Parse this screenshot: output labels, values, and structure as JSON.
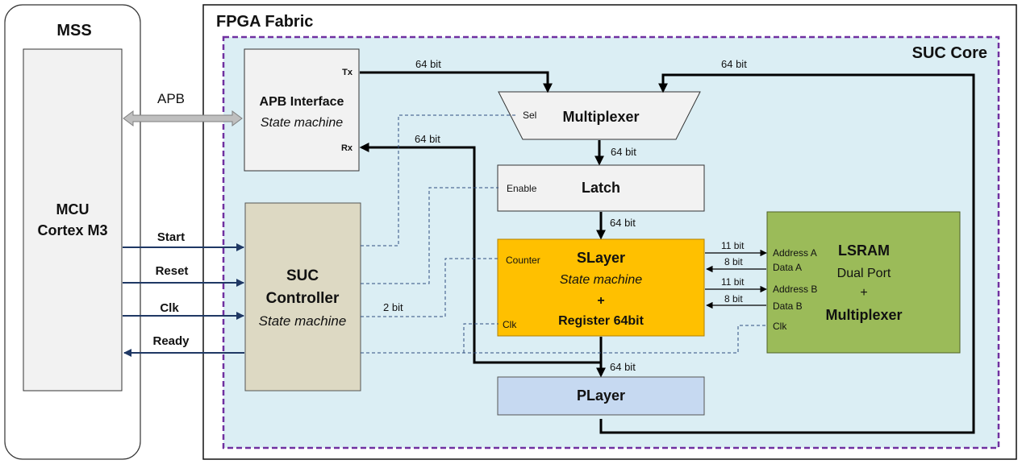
{
  "mss": {
    "title": "MSS",
    "mcu_line1": "MCU",
    "mcu_line2": "Cortex M3"
  },
  "fpga": {
    "title": "FPGA Fabric"
  },
  "suc_core": {
    "title": "SUC Core"
  },
  "apb": {
    "label": "APB",
    "block_title": "APB Interface",
    "block_subtitle": "State machine",
    "tx": "Tx",
    "rx": "Rx"
  },
  "multiplexer": {
    "title": "Multiplexer",
    "sel": "Sel"
  },
  "latch": {
    "title": "Latch",
    "enable": "Enable"
  },
  "slayer": {
    "title": "SLayer",
    "subtitle": "State machine",
    "plus": "+",
    "register": "Register 64bit",
    "counter": "Counter",
    "clk": "Clk"
  },
  "player": {
    "title": "PLayer"
  },
  "lsram": {
    "title": "LSRAM",
    "line2": "Dual Port",
    "plus": "+",
    "line4": "Multiplexer",
    "address_a": "Address A",
    "data_a": "Data A",
    "address_b": "Address B",
    "data_b": "Data B",
    "clk": "Clk"
  },
  "controller": {
    "line1": "SUC",
    "line2": "Controller",
    "subtitle": "State machine"
  },
  "signals": {
    "start": "Start",
    "reset": "Reset",
    "clk": "Clk",
    "ready": "Ready"
  },
  "bus_labels": {
    "tx_to_mux": "64 bit",
    "player_to_mux": "64 bit",
    "slayer_to_rx": "64 bit",
    "mux_to_latch": "64 bit",
    "latch_to_slayer": "64 bit",
    "slayer_to_player": "64 bit",
    "ctrl_to_counter": "2 bit",
    "addr_a": "11 bit",
    "data_a": "8 bit",
    "addr_b": "11 bit",
    "data_b": "8 bit"
  },
  "colors": {
    "core_fill": "#dbeef4",
    "core_border": "#7030a0",
    "block_gray": "#f2f2f2",
    "controller_fill": "#ddd9c3",
    "slayer_fill": "#ffc000",
    "player_fill": "#c6d9f1",
    "lsram_fill": "#9bbb59",
    "signal_navy": "#1f3864"
  }
}
